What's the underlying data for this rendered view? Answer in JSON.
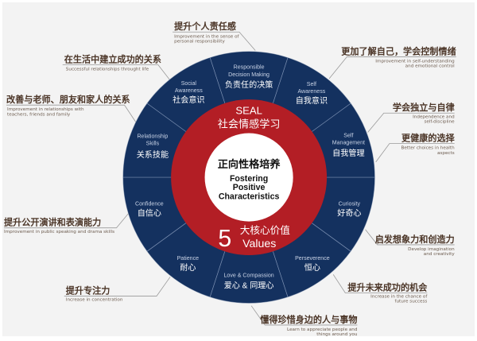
{
  "colors": {
    "navy": "#14315f",
    "red": "#b31e25",
    "white": "#ffffff",
    "text": "#4b3527",
    "background": "#f3f3f3"
  },
  "center": {
    "title_cn": "正向性格培养",
    "title_en": [
      "Fostering",
      "Positive",
      "Characteristics"
    ]
  },
  "ring": {
    "seal_en": "SEAL",
    "seal_cn": "社会情感学习",
    "five": "5",
    "values_cn": "大核心价值",
    "values_en": "Values"
  },
  "segments": [
    {
      "en": [
        "Self",
        "Management"
      ],
      "cn": "自我管理"
    },
    {
      "en": [
        "Self",
        "Awareness"
      ],
      "cn": "自我意识"
    },
    {
      "en": [
        "Responsible",
        "Decision Making"
      ],
      "cn": "负责任的决策"
    },
    {
      "en": [
        "Social",
        "Awareness"
      ],
      "cn": "社会意识"
    },
    {
      "en": [
        "Relationship",
        "Skills"
      ],
      "cn": "关系技能"
    },
    {
      "en": [
        "Confidence"
      ],
      "cn": "自信心"
    },
    {
      "en": [
        "Patience"
      ],
      "cn": "耐心"
    },
    {
      "en": [
        "Love & Compassion"
      ],
      "cn": "爱心 & 同理心"
    },
    {
      "en": [
        "Perseverence"
      ],
      "cn": "恒心"
    },
    {
      "en": [
        "Curiosity"
      ],
      "cn": "好奇心"
    }
  ],
  "callouts": [
    {
      "cn": "提升个人责任感",
      "en": [
        "Improvement in the sense of",
        "personal responsibility"
      ]
    },
    {
      "cn": "在生活中建立成功的关系",
      "en": [
        "Successful relationships throught life"
      ]
    },
    {
      "cn": "改善与老师、朋友和家人的关系",
      "en": [
        "Improvement in relationships with",
        "teachers, friends and family"
      ]
    },
    {
      "cn": "更加了解自己，学会控制情绪",
      "en": [
        "Improvement in self-understanding",
        "and emotional control"
      ]
    },
    {
      "cn": "学会独立与自律",
      "en": [
        "Independence and",
        "self-discipline"
      ]
    },
    {
      "cn": "更健康的选择",
      "en": [
        "Better choices in health",
        "aspects"
      ]
    },
    {
      "cn": "提升公开演讲和表演能力",
      "en": [
        "Improvement in public speaking and drama skills"
      ]
    },
    {
      "cn": "提升专注力",
      "en": [
        "Increase in concentration"
      ]
    },
    {
      "cn": "启发想象力和创造力",
      "en": [
        "Develop imagination",
        "and creativity"
      ]
    },
    {
      "cn": "提升未来成功的机会",
      "en": [
        "Increase in the chance of",
        "future success"
      ]
    },
    {
      "cn": "懂得珍惜身边的人与事物",
      "en": [
        "Learn to appreciate people and",
        "things around you"
      ]
    }
  ]
}
